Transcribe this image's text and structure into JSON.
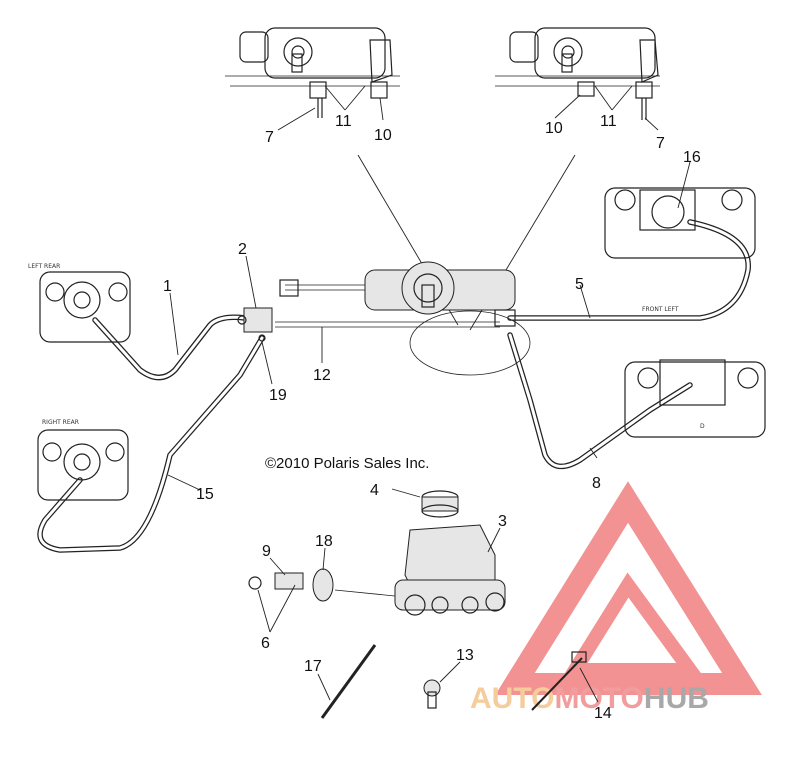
{
  "copyright": "©2010 Polaris Sales Inc.",
  "caliper_labels": {
    "left_rear": "LEFT REAR",
    "right_rear": "RIGHT REAR",
    "front_left": "FRONT LEFT"
  },
  "callouts": [
    "1",
    "2",
    "3",
    "4",
    "5",
    "6",
    "7",
    "7",
    "8",
    "9",
    "10",
    "10",
    "11",
    "11",
    "12",
    "13",
    "14",
    "15",
    "16",
    "17",
    "18",
    "19"
  ],
  "watermark": {
    "part1": "AUTO",
    "part2": "MOTO",
    "part3": "HUB",
    "colors": {
      "auto": "#f4c48a",
      "moto": "#f08d8d",
      "hub": "#9a9a9a",
      "triangle": "#f08080"
    }
  }
}
